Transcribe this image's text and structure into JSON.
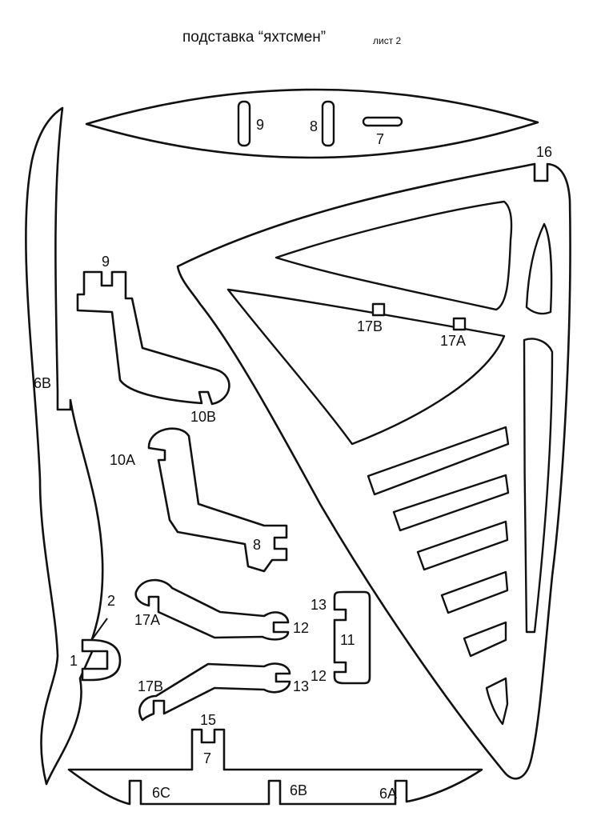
{
  "header": {
    "title": "подставка “яхтсмен”",
    "sheet": "лист 2"
  },
  "labels": {
    "l9a": "9",
    "l8a": "8",
    "l7a": "7",
    "l16": "16",
    "l9b": "9",
    "l10b": "10B",
    "l6b_side": "6B",
    "l17b_sail": "17B",
    "l17a_sail": "17A",
    "l10a": "10A",
    "l8b": "8",
    "l2": "2",
    "l1": "1",
    "l17a": "17A",
    "l12a": "12",
    "l13a": "13",
    "l11": "11",
    "l12b": "12",
    "l17b": "17B",
    "l13b": "13",
    "l15": "15",
    "l7b": "7",
    "l6c": "6C",
    "l6b": "6B",
    "l6a": "6A"
  }
}
